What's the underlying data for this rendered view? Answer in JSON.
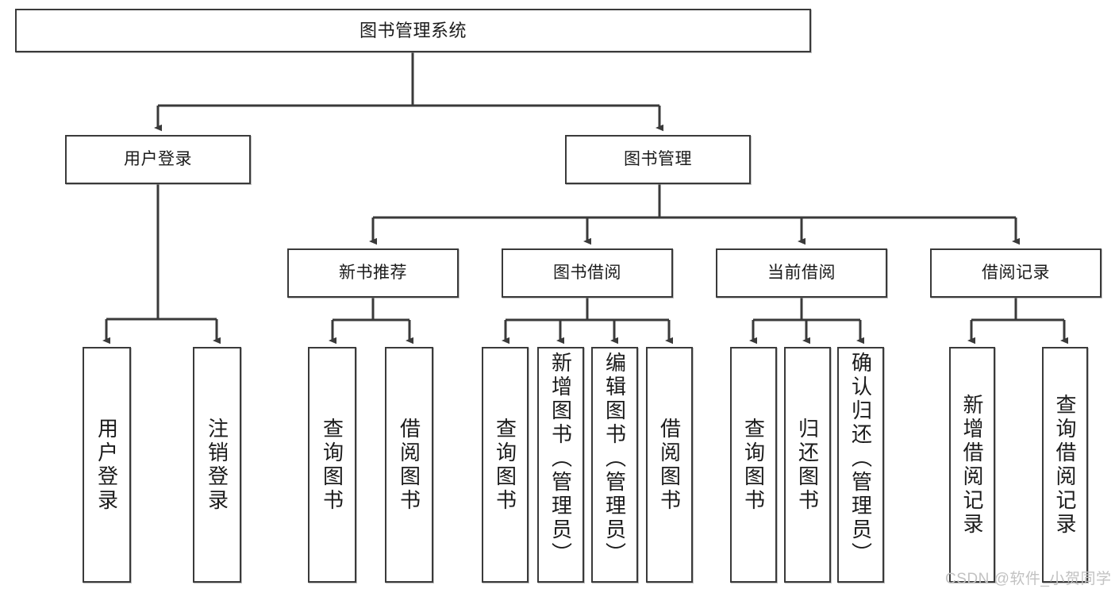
{
  "diagram": {
    "type": "tree",
    "title": "图书管理系统",
    "orientation": "top-down",
    "levels": 4,
    "colors": {
      "box_border": "#3a3a3a",
      "box_fill": "#ffffff",
      "edge": "#3a3a3a",
      "text": "#1b1b1b",
      "watermark": "#c2c2c2"
    },
    "root": {
      "label": "图书管理系统"
    },
    "level2": [
      {
        "label": "用户登录"
      },
      {
        "label": "图书管理"
      }
    ],
    "level3": [
      {
        "label": "新书推荐"
      },
      {
        "label": "图书借阅"
      },
      {
        "label": "当前借阅"
      },
      {
        "label": "借阅记录"
      }
    ],
    "leaves": {
      "user_login": [
        {
          "label": "用户登录"
        },
        {
          "label": "注销登录"
        }
      ],
      "new_book_recommend": [
        {
          "label": "查询图书"
        },
        {
          "label": "借阅图书"
        }
      ],
      "book_borrow": [
        {
          "label": "查询图书"
        },
        {
          "label": "新增图书（管理员）"
        },
        {
          "label": "编辑图书（管理员）"
        },
        {
          "label": "借阅图书"
        }
      ],
      "current_borrow": [
        {
          "label": "查询图书"
        },
        {
          "label": "归还图书"
        },
        {
          "label": "确认归还（管理员）"
        }
      ],
      "borrow_record": [
        {
          "label": "新增借阅记录"
        },
        {
          "label": "查询借阅记录"
        }
      ]
    }
  },
  "watermark": {
    "text": "CSDN @软件_小贺同学"
  }
}
